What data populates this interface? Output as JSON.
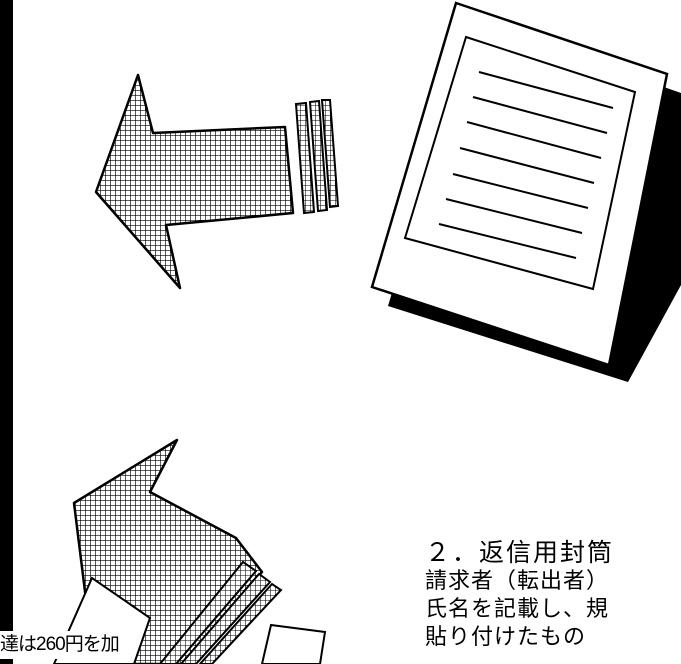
{
  "page": {
    "background": "#ffffff",
    "ink": "#000000",
    "hatch_color": "#000000"
  },
  "icons": {
    "arrow_top": "arrow-left-hatched-icon",
    "arrow_bottom": "arrow-up-hatched-icon",
    "document": "document-icon"
  },
  "caption_left": "達は260円を加",
  "text_block": {
    "heading": "２．返信用封筒",
    "lines": [
      "請求者（転出者）",
      "氏名を記載し、規",
      "貼り付けたもの"
    ]
  }
}
